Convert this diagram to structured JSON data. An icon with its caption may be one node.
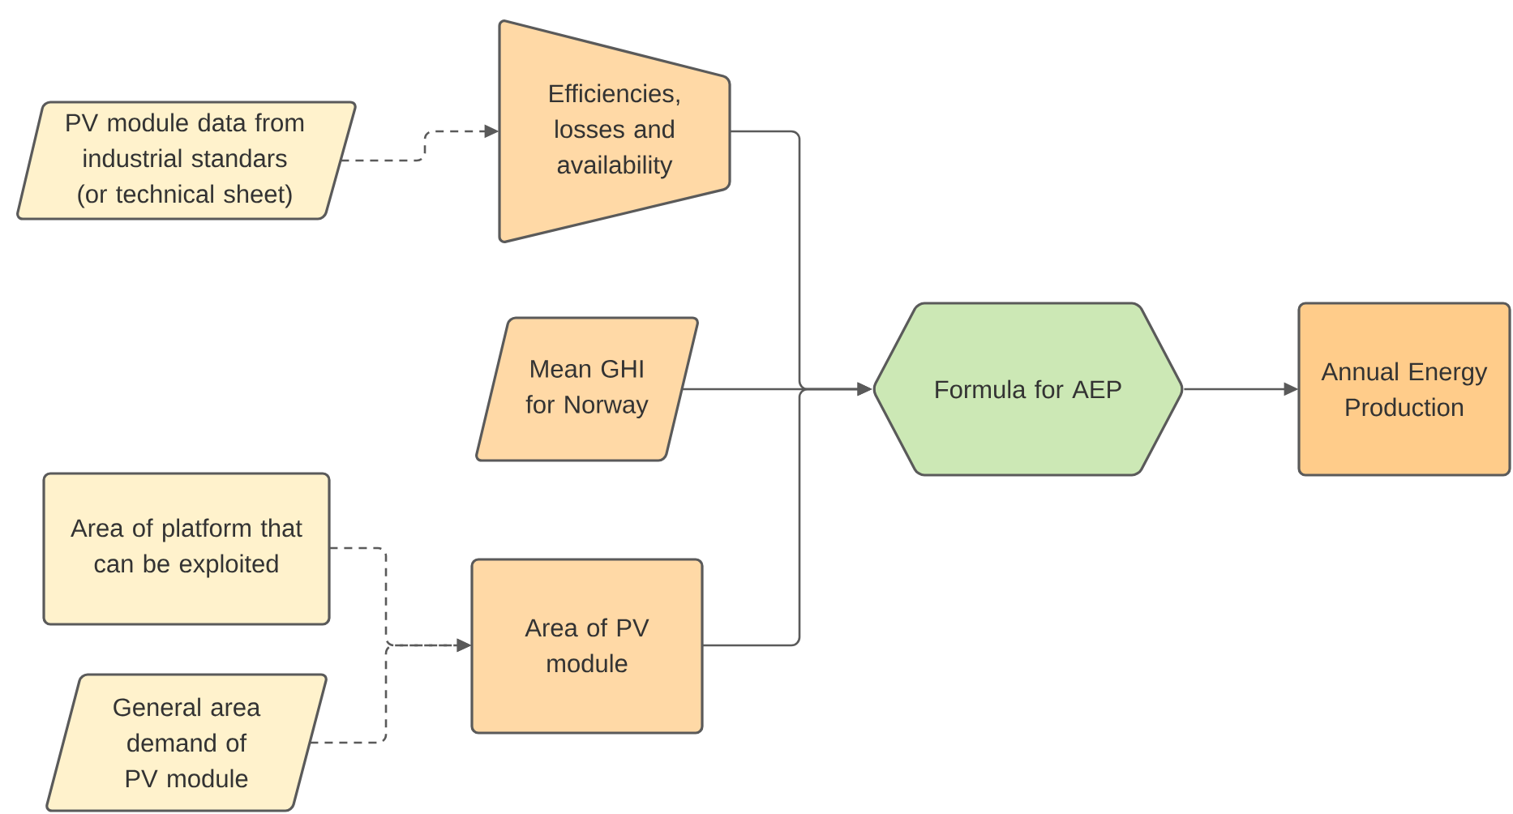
{
  "diagram": {
    "nodes": [
      {
        "text": [
          "PV module data from industrial standars (or technical sheet)"
        ]
      },
      {
        "text": [
          "Efficiencies, losses and availability"
        ]
      },
      {
        "text": [
          "Mean GHI for Norway"
        ]
      },
      {
        "text": [
          "Formula for AEP"
        ]
      },
      {
        "text": [
          "Annual Energy Production"
        ]
      },
      {
        "text": [
          "Area of platform that can be exploited"
        ]
      },
      {
        "text": [
          "Area of PV module"
        ]
      },
      {
        "text": [
          "General area demand of PV module"
        ]
      }
    ],
    "edges": [
      {
        "from": 0,
        "to": 1,
        "arrow": "to",
        "style": "dashed"
      },
      {
        "from": 1,
        "to": 3,
        "arrow": "to"
      },
      {
        "from": 2,
        "to": 3,
        "arrow": "to"
      },
      {
        "from": 6,
        "to": 3,
        "arrow": "to"
      },
      {
        "from": 3,
        "to": 4,
        "arrow": "to"
      },
      {
        "from": 5,
        "to": 6,
        "arrow": "to",
        "style": "dashed"
      },
      {
        "from": 7,
        "to": 6,
        "arrow": "to",
        "style": "dashed"
      }
    ]
  }
}
